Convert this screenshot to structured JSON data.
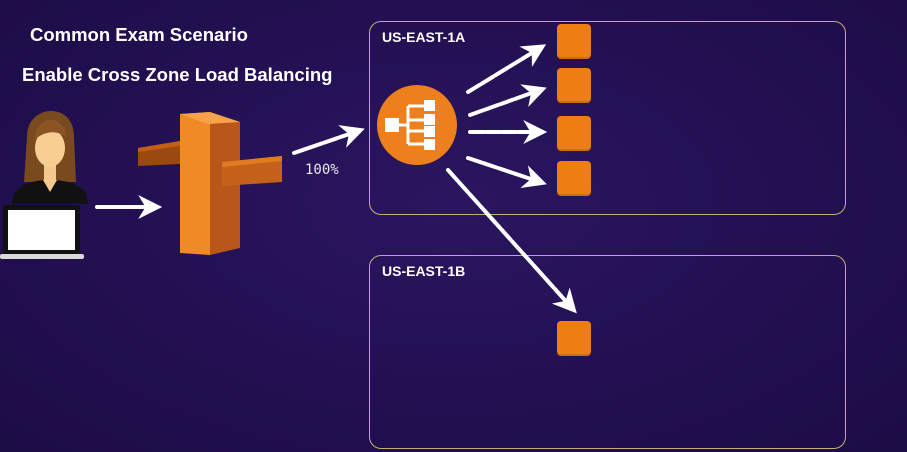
{
  "slide": {
    "title_line1": "Common Exam Scenario",
    "title_line2": "Enable Cross Zone Load Balancing"
  },
  "zones": {
    "a_label": "US-EAST-1A",
    "b_label": "US-EAST-1B"
  },
  "traffic": {
    "percent_label": "100%"
  },
  "colors": {
    "background": "#21114a",
    "zone_border": "#c8ae75",
    "instance_orange": "#ec7e14",
    "route53_orange": "#f08a24",
    "elb_orange": "#ee7f1d",
    "arrow_white": "#ffffff"
  },
  "icons": {
    "user": "user-with-laptop-icon",
    "dns": "route53-icon",
    "load_balancer": "elastic-load-balancer-icon",
    "instance": "ec2-instance-icon"
  }
}
